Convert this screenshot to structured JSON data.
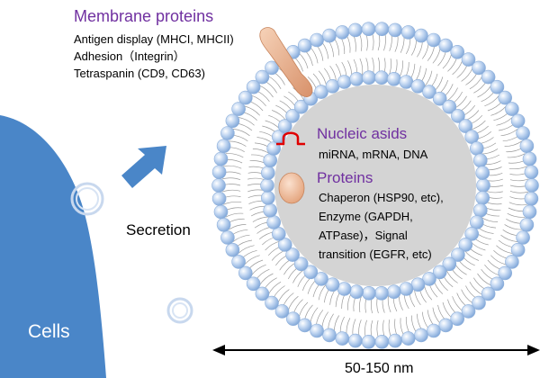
{
  "membrane": {
    "title": "Membrane proteins",
    "lines": [
      "Antigen display (MHCI, MHCII)",
      "Adhesion（Integrin）",
      "Tetraspanin (CD9, CD63)"
    ]
  },
  "nucleic": {
    "title": "Nucleic asids",
    "text": "miRNA, mRNA, DNA"
  },
  "proteins": {
    "title": "Proteins",
    "lines": [
      "Chaperon (HSP90, etc),",
      "Enzyme (GAPDH,",
      "ATPase)，Signal",
      "transition (EGFR, etc)"
    ]
  },
  "secretion": "Secretion",
  "cells": "Cells",
  "size_label": "50-150 nm",
  "colors": {
    "heading": "#7030a0",
    "text": "#000000",
    "cell": "#4a86c8",
    "bead": "#aec8ec",
    "core": "#d4d4d4",
    "protein": "#f1b996",
    "rna": "#e00000",
    "arrow": "#4a86c8"
  }
}
